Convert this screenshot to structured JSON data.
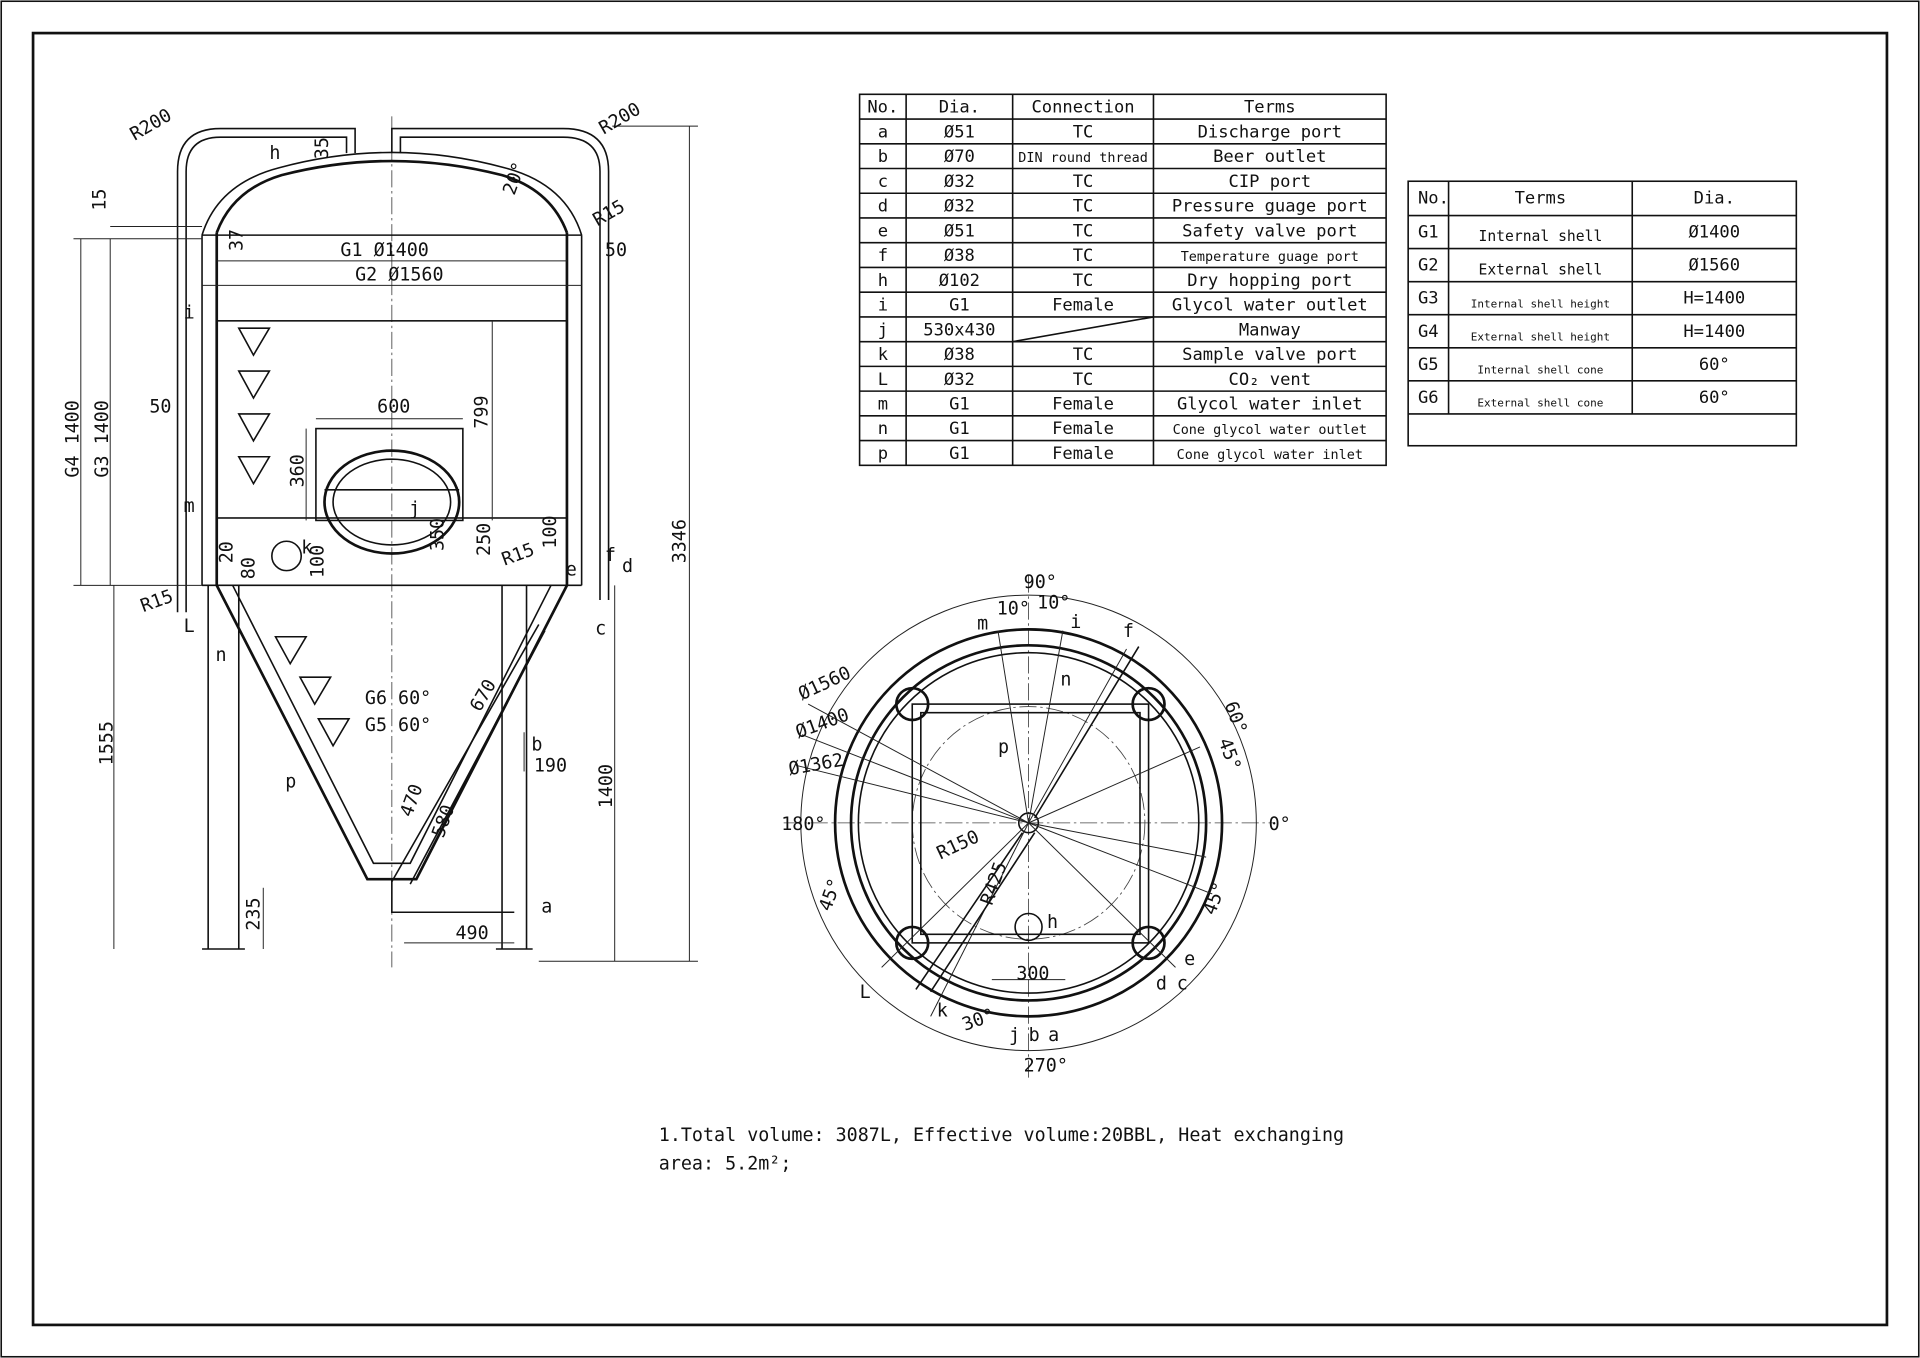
{
  "ports_table": {
    "headers": [
      "No.",
      "Dia.",
      "Connection",
      "Terms"
    ],
    "rows": [
      [
        "a",
        "Ø51",
        "TC",
        "Discharge port"
      ],
      [
        "b",
        "Ø70",
        "DIN round thread",
        "Beer outlet"
      ],
      [
        "c",
        "Ø32",
        "TC",
        "CIP port"
      ],
      [
        "d",
        "Ø32",
        "TC",
        "Pressure guage port"
      ],
      [
        "e",
        "Ø51",
        "TC",
        "Safety valve port"
      ],
      [
        "f",
        "Ø38",
        "TC",
        "Temperature guage port"
      ],
      [
        "h",
        "Ø102",
        "TC",
        "Dry hopping port"
      ],
      [
        "i",
        "G1",
        "Female",
        "Glycol water outlet"
      ],
      [
        "j",
        "530x430",
        "",
        "Manway"
      ],
      [
        "k",
        "Ø38",
        "TC",
        "Sample valve port"
      ],
      [
        "L",
        "Ø32",
        "TC",
        "CO₂ vent"
      ],
      [
        "m",
        "G1",
        "Female",
        "Glycol water inlet"
      ],
      [
        "n",
        "G1",
        "Female",
        "Cone glycol water outlet"
      ],
      [
        "p",
        "G1",
        "Female",
        "Cone glycol water inlet"
      ]
    ]
  },
  "shell_table": {
    "headers": [
      "No.",
      "Terms",
      "Dia."
    ],
    "rows": [
      [
        "G1",
        "Internal shell",
        "Ø1400"
      ],
      [
        "G2",
        "External shell",
        "Ø1560"
      ],
      [
        "G3",
        "Internal shell height",
        "H=1400"
      ],
      [
        "G4",
        "External shell height",
        "H=1400"
      ],
      [
        "G5",
        "Internal shell cone",
        "60°"
      ],
      [
        "G6",
        "External shell cone",
        "60°"
      ]
    ]
  },
  "side_view_labels": [
    "R200",
    "R200",
    "h",
    "35",
    "20°",
    "15",
    "37",
    "R15",
    "50",
    "G1 Ø1400",
    "G2 Ø1560",
    "i",
    "600",
    "799",
    "50",
    "G4 1400",
    "G3 1400",
    "360",
    "j",
    "m",
    "350",
    "250",
    "100",
    "k",
    "20",
    "80",
    "100",
    "R15",
    "e",
    "f",
    "d",
    "R15",
    "L",
    "c",
    "n",
    "G6 60°",
    "G5 60°",
    "670",
    "b",
    "190",
    "1555",
    "p",
    "470",
    "580",
    "1400",
    "3346",
    "235",
    "a",
    "490"
  ],
  "top_view_labels": [
    "90°",
    "10°",
    "10°",
    "m",
    "i",
    "f",
    "n",
    "Ø1560",
    "Ø1400",
    "Ø1362",
    "p",
    "60°",
    "45°",
    "180°",
    "0°",
    "R150",
    "R425",
    "h",
    "45°",
    "45°",
    "300",
    "L",
    "k",
    "30°",
    "j",
    "b",
    "a",
    "d",
    "c",
    "e",
    "270°"
  ],
  "notes": {
    "line1": "1.Total volume: 3087L, Effective volume:20BBL, Heat exchanging",
    "line2": "area: 5.2m²;"
  }
}
